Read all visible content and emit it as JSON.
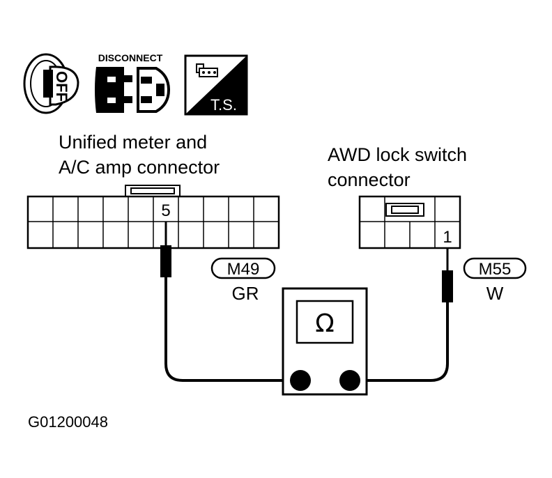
{
  "icons": {
    "ignition": {
      "text": "OFF",
      "icon": "ignition-key-off-icon"
    },
    "disconnect": {
      "text": "DISCONNECT",
      "icon": "disconnect-connector-icon"
    },
    "ts": {
      "text": "T.S.",
      "icon": "trouble-shooting-icon"
    }
  },
  "left_connector": {
    "label_line1": "Unified meter and",
    "label_line2": "A/C amp connector",
    "pin": "5",
    "code": "M49",
    "wire_color": "GR"
  },
  "right_connector": {
    "label_line1": "AWD lock switch",
    "label_line2": "connector",
    "pin": "1",
    "code": "M55",
    "wire_color": "W"
  },
  "meter": {
    "symbol": "Ω",
    "icon": "ohmmeter-icon"
  },
  "figure_id": "G01200048"
}
